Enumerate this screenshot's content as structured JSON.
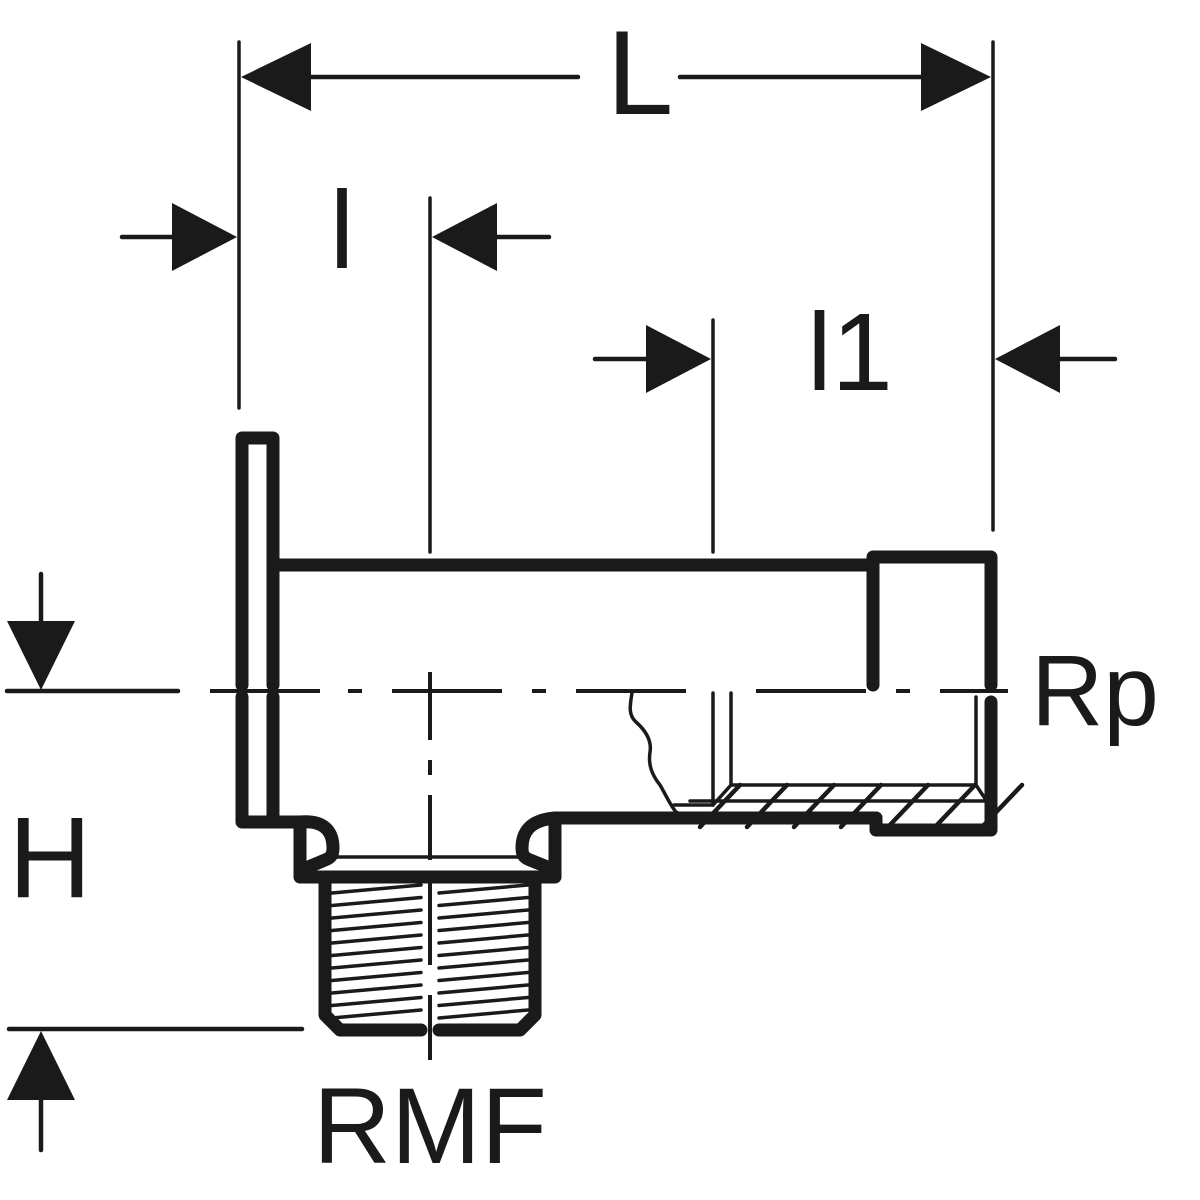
{
  "drawing": {
    "type": "technical-fitting-dimension-drawing",
    "line_color": "#1a1a1a",
    "background": "#ffffff"
  },
  "dimensions": {
    "overall_length": "L",
    "insertion_length": "l",
    "thread_length": "l1",
    "height": "H"
  },
  "connections": {
    "side_thread": "Rp",
    "bottom_thread": "RMF"
  }
}
